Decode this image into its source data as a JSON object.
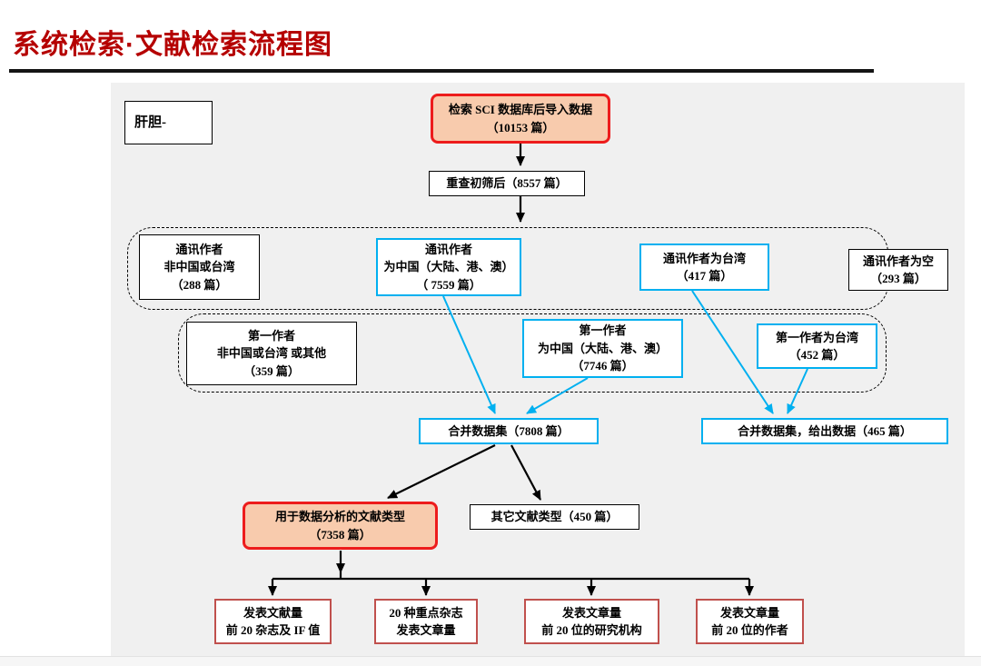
{
  "title": "系统检索·文献检索流程图",
  "colors": {
    "title_red": "#b50000",
    "box_red_border": "#ed1c1c",
    "box_red_fill": "#f8cbad",
    "cyan": "#00b0f0",
    "brown": "#c0504d",
    "black": "#000000",
    "panel_gray": "#f0f0f0"
  },
  "nodes": {
    "label": {
      "text": "肝胆-"
    },
    "import": {
      "line1": "检索 SCI 数据库后导入数据",
      "line2": "（10153 篇）"
    },
    "screened": {
      "text": "重查初筛后（8557 篇）"
    },
    "corrNonChina": {
      "line1": "通讯作者",
      "line2": "非中国或台湾",
      "line3": "（288 篇）"
    },
    "corrChina": {
      "line1": "通讯作者",
      "line2": "为中国（大陆、港、澳）",
      "line3": "（ 7559 篇）"
    },
    "corrTaiwan": {
      "line1": "通讯作者为台湾",
      "line2": "（417 篇）"
    },
    "corrEmpty": {
      "line1": "通讯作者为空",
      "line2": "（293 篇）"
    },
    "firstNonChina": {
      "line1": "第一作者",
      "line2": "非中国或台湾 或其他",
      "line3": "（359 篇）"
    },
    "firstChina": {
      "line1": "第一作者",
      "line2": "为中国（大陆、港、澳）",
      "line3": "（7746 篇）"
    },
    "firstTaiwan": {
      "line1": "第一作者为台湾",
      "line2": "（452 篇）"
    },
    "mergeMain": {
      "text": "合并数据集（7808 篇）"
    },
    "mergeTaiwan": {
      "text": "合并数据集，给出数据（465 篇）"
    },
    "analysis": {
      "line1": "用于数据分析的文献类型",
      "line2": "（7358 篇）"
    },
    "otherTypes": {
      "text": "其它文献类型（450 篇）"
    },
    "out1": {
      "line1": "发表文献量",
      "line2": "前 20 杂志及 IF 值"
    },
    "out2": {
      "line1": "20 种重点杂志",
      "line2": "发表文章量"
    },
    "out3": {
      "line1": "发表文章量",
      "line2": "前 20 位的研究机构"
    },
    "out4": {
      "line1": "发表文章量",
      "line2": "前 20 位的作者"
    }
  }
}
